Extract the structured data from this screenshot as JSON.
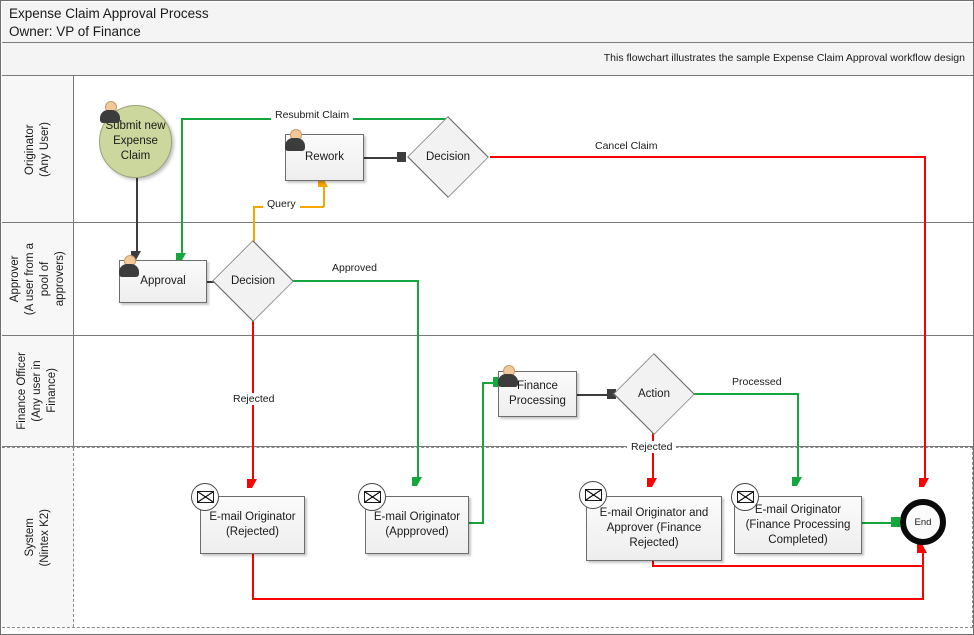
{
  "header": {
    "title": "Expense Claim Approval Process",
    "owner": "Owner: VP of Finance",
    "description": "This flowchart illustrates the sample Expense Claim Approval workflow design"
  },
  "lanes": [
    {
      "id": "originator",
      "label": "Originator\n(Any User)"
    },
    {
      "id": "approver",
      "label": "Approver\n(A user from a\npool of\napprovers)"
    },
    {
      "id": "finance-officer",
      "label": "Finance Officer\n(Any user in\nFinance)"
    },
    {
      "id": "system",
      "label": "System\n(Nintex K2)"
    }
  ],
  "nodes": {
    "start": "Submit new Expense Claim",
    "rework": "Rework",
    "decision_originator": "Decision",
    "approval": "Approval",
    "decision_approver": "Decision",
    "finance_processing": "Finance Processing",
    "action": "Action",
    "email_rejected": "E-mail Originator (Rejected)",
    "email_approved": "E-mail Originator (Appproved)",
    "email_finance_rejected": "E-mail Originator and Approver (Finance Rejected)",
    "email_finance_completed": "E-mail Originator (Finance Processing Completed)",
    "end": "End"
  },
  "edges": {
    "resubmit_claim": "Resubmit Claim",
    "cancel_claim": "Cancel Claim",
    "query": "Query",
    "approved": "Approved",
    "rejected": "Rejected",
    "processed": "Processed",
    "finance_rejected": "Rejected"
  },
  "colors": {
    "approve_green": "#15a63c",
    "reject_red": "#ff0000",
    "query_yellow": "#f5a600",
    "default_black": "#3d3d3d",
    "start_fill": "#ccd79e"
  }
}
